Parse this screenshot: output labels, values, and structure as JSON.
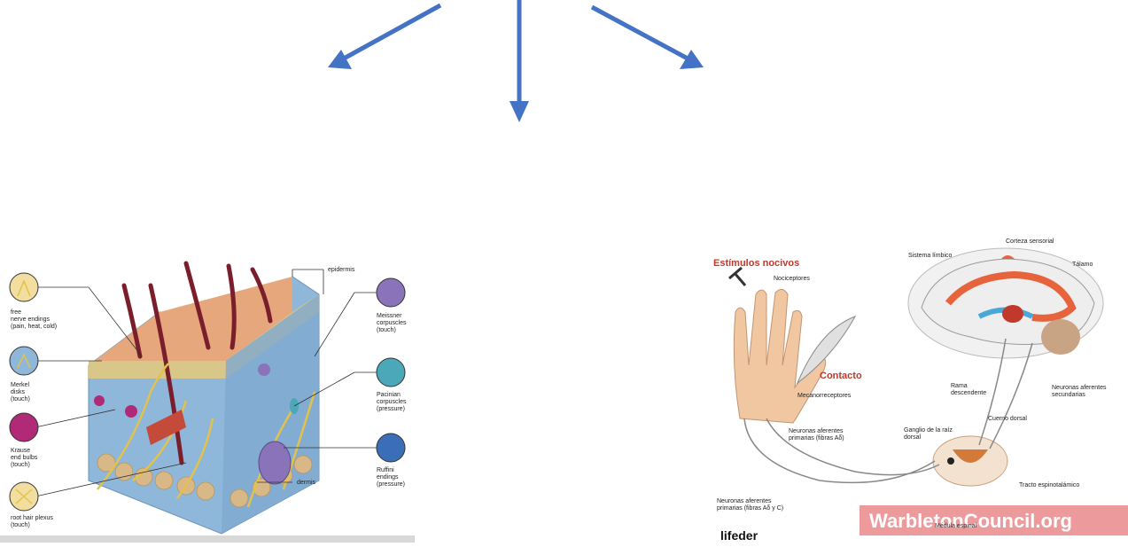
{
  "colors": {
    "arrow": "#4472C4",
    "skin_surface": "#e6a77d",
    "dermis": "#8fb7d9",
    "nerve": "#e3c24a",
    "hair": "#7a1e2c",
    "cortex": "#e7633b",
    "hand": "#f0c7a0",
    "watermark_bg": "#e9888b",
    "title_red": "#c0392b"
  },
  "icons": [
    "arrow-left-icon",
    "arrow-down-icon",
    "arrow-right-icon"
  ],
  "skin_diagram": {
    "labels": {
      "epidermis": "epidermis",
      "dermis": "dermis",
      "free": "free\nnerve endings\n(pain, heat, cold)",
      "merkel": "Merkel\ndisks\n(touch)",
      "krause": "Krause\nend bulbs\n(touch)",
      "root": "root hair plexus\n(touch)",
      "meissner": "Meissner\ncorpuscles\n(touch)",
      "pacinian": "Pacinian\ncorpuscles\n(pressure)",
      "ruffini": "Ruffini\nendings\n(pressure)"
    }
  },
  "pain_diagram": {
    "title": "Estímulos nocivos",
    "labels": {
      "nociceptores": "Nociceptores",
      "contacto": "Contacto",
      "mecanorreceptores": "Mecanorreceptores",
      "neuronas_primarias_ad": "Neuronas aferentes\nprimarias (fibras Aδ)",
      "neuronas_primarias_adc": "Neuronas aferentes\nprimarias (fibras Aδ y C)",
      "sistema_limbico": "Sistema límbico",
      "corteza": "Corteza sensorial",
      "talamo": "Tálamo",
      "rama": "Rama\ndescendente",
      "neuronas_secundarias": "Neuronas aferentes\nsecundarias",
      "cuerno": "Cuerno dorsal",
      "ganglio": "Ganglio de la raíz\ndorsal",
      "tracto": "Tracto espinotalámico",
      "medula": "Médula espinal"
    },
    "logo": "lifeder",
    "watermark": "WarbletonCouncil.org"
  }
}
